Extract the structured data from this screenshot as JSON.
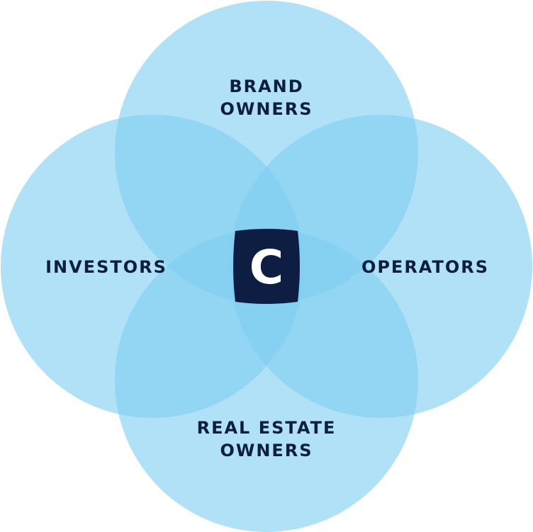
{
  "colors": {
    "circle_fill": "#80cff0",
    "logo_bg": "#0e1e42",
    "logo_letter": "#ffffff",
    "label_text": "#0e1e42"
  },
  "venn": {
    "top": {
      "line1": "BRAND",
      "line2": "OWNERS"
    },
    "bottom": {
      "line1": "REAL ESTATE",
      "line2": "OWNERS"
    },
    "left": {
      "line1": "INVESTORS"
    },
    "right": {
      "line1": "OPERATORS"
    }
  },
  "center_logo": {
    "letter": "C",
    "icon": "c-logo-icon"
  }
}
